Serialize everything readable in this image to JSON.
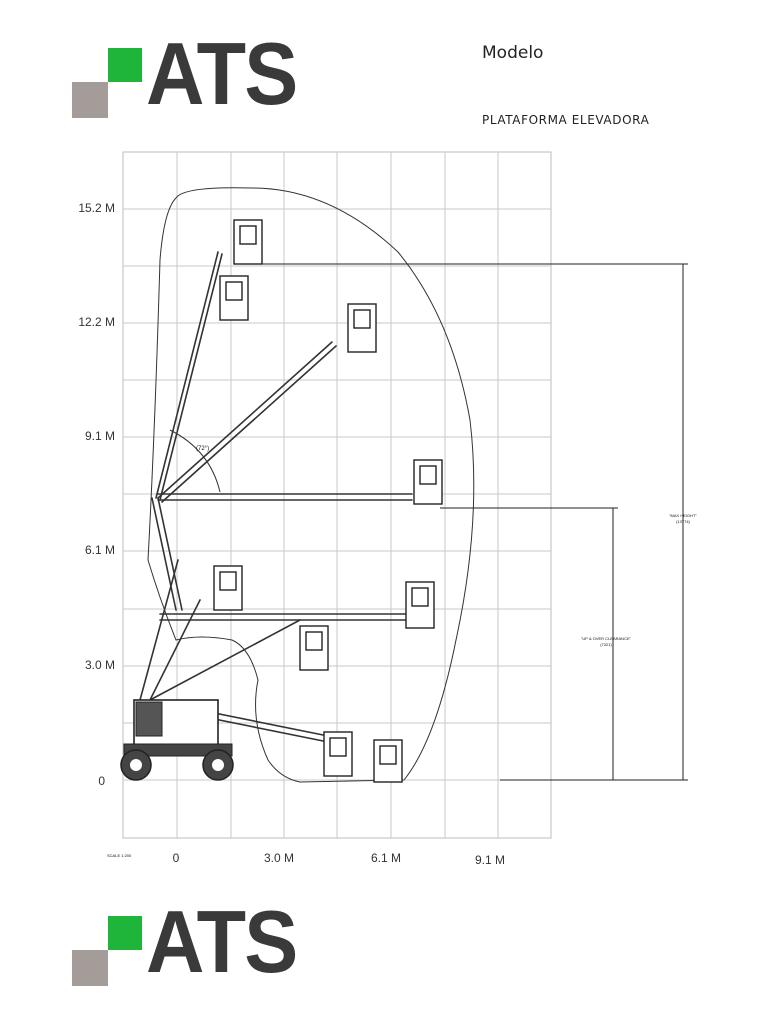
{
  "brand": {
    "name": "ATS",
    "colors": {
      "green": "#1fb53a",
      "gray": "#a39c98",
      "text": "#3a3a3a"
    }
  },
  "header": {
    "model_label": "Modelo",
    "subtitle": "PLATAFORMA ELEVADORA"
  },
  "diagram": {
    "y_axis_labels": [
      "15.2 M",
      "12.2 M",
      "9.1 M",
      "6.1 M",
      "3.0 M",
      "0"
    ],
    "x_axis_labels": [
      "0",
      "3.0 M",
      "6.1 M",
      "9.1 M"
    ],
    "scale_label": "SCALE 1:200",
    "boom_angle_label": "(72°)",
    "max_height": {
      "label": "\"MAX HEIGHT\"",
      "value": "(13774)"
    },
    "up_over_clearance": {
      "label": "\"UP & OVER CLEARANCE\"",
      "value": "(7321)"
    }
  }
}
